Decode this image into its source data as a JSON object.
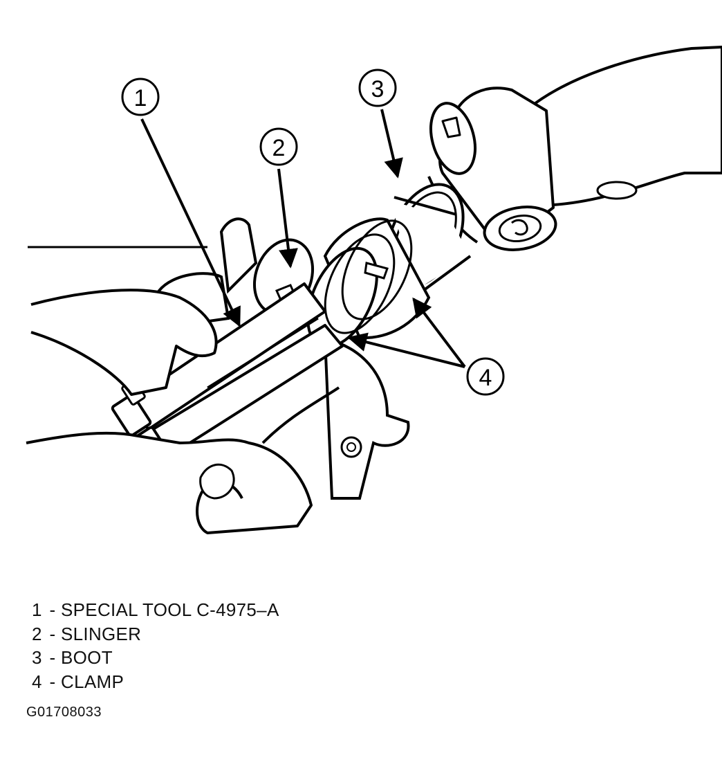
{
  "callouts": [
    {
      "number": "1"
    },
    {
      "number": "2"
    },
    {
      "number": "3"
    },
    {
      "number": "4"
    }
  ],
  "legend": [
    {
      "number": "1",
      "text": "SPECIAL TOOL C-4975–A"
    },
    {
      "number": "2",
      "text": "SLINGER"
    },
    {
      "number": "3",
      "text": "BOOT"
    },
    {
      "number": "4",
      "text": "CLAMP"
    }
  ],
  "figure_id": "G01708033",
  "colors": {
    "ink": "#000000",
    "paper": "#ffffff"
  }
}
